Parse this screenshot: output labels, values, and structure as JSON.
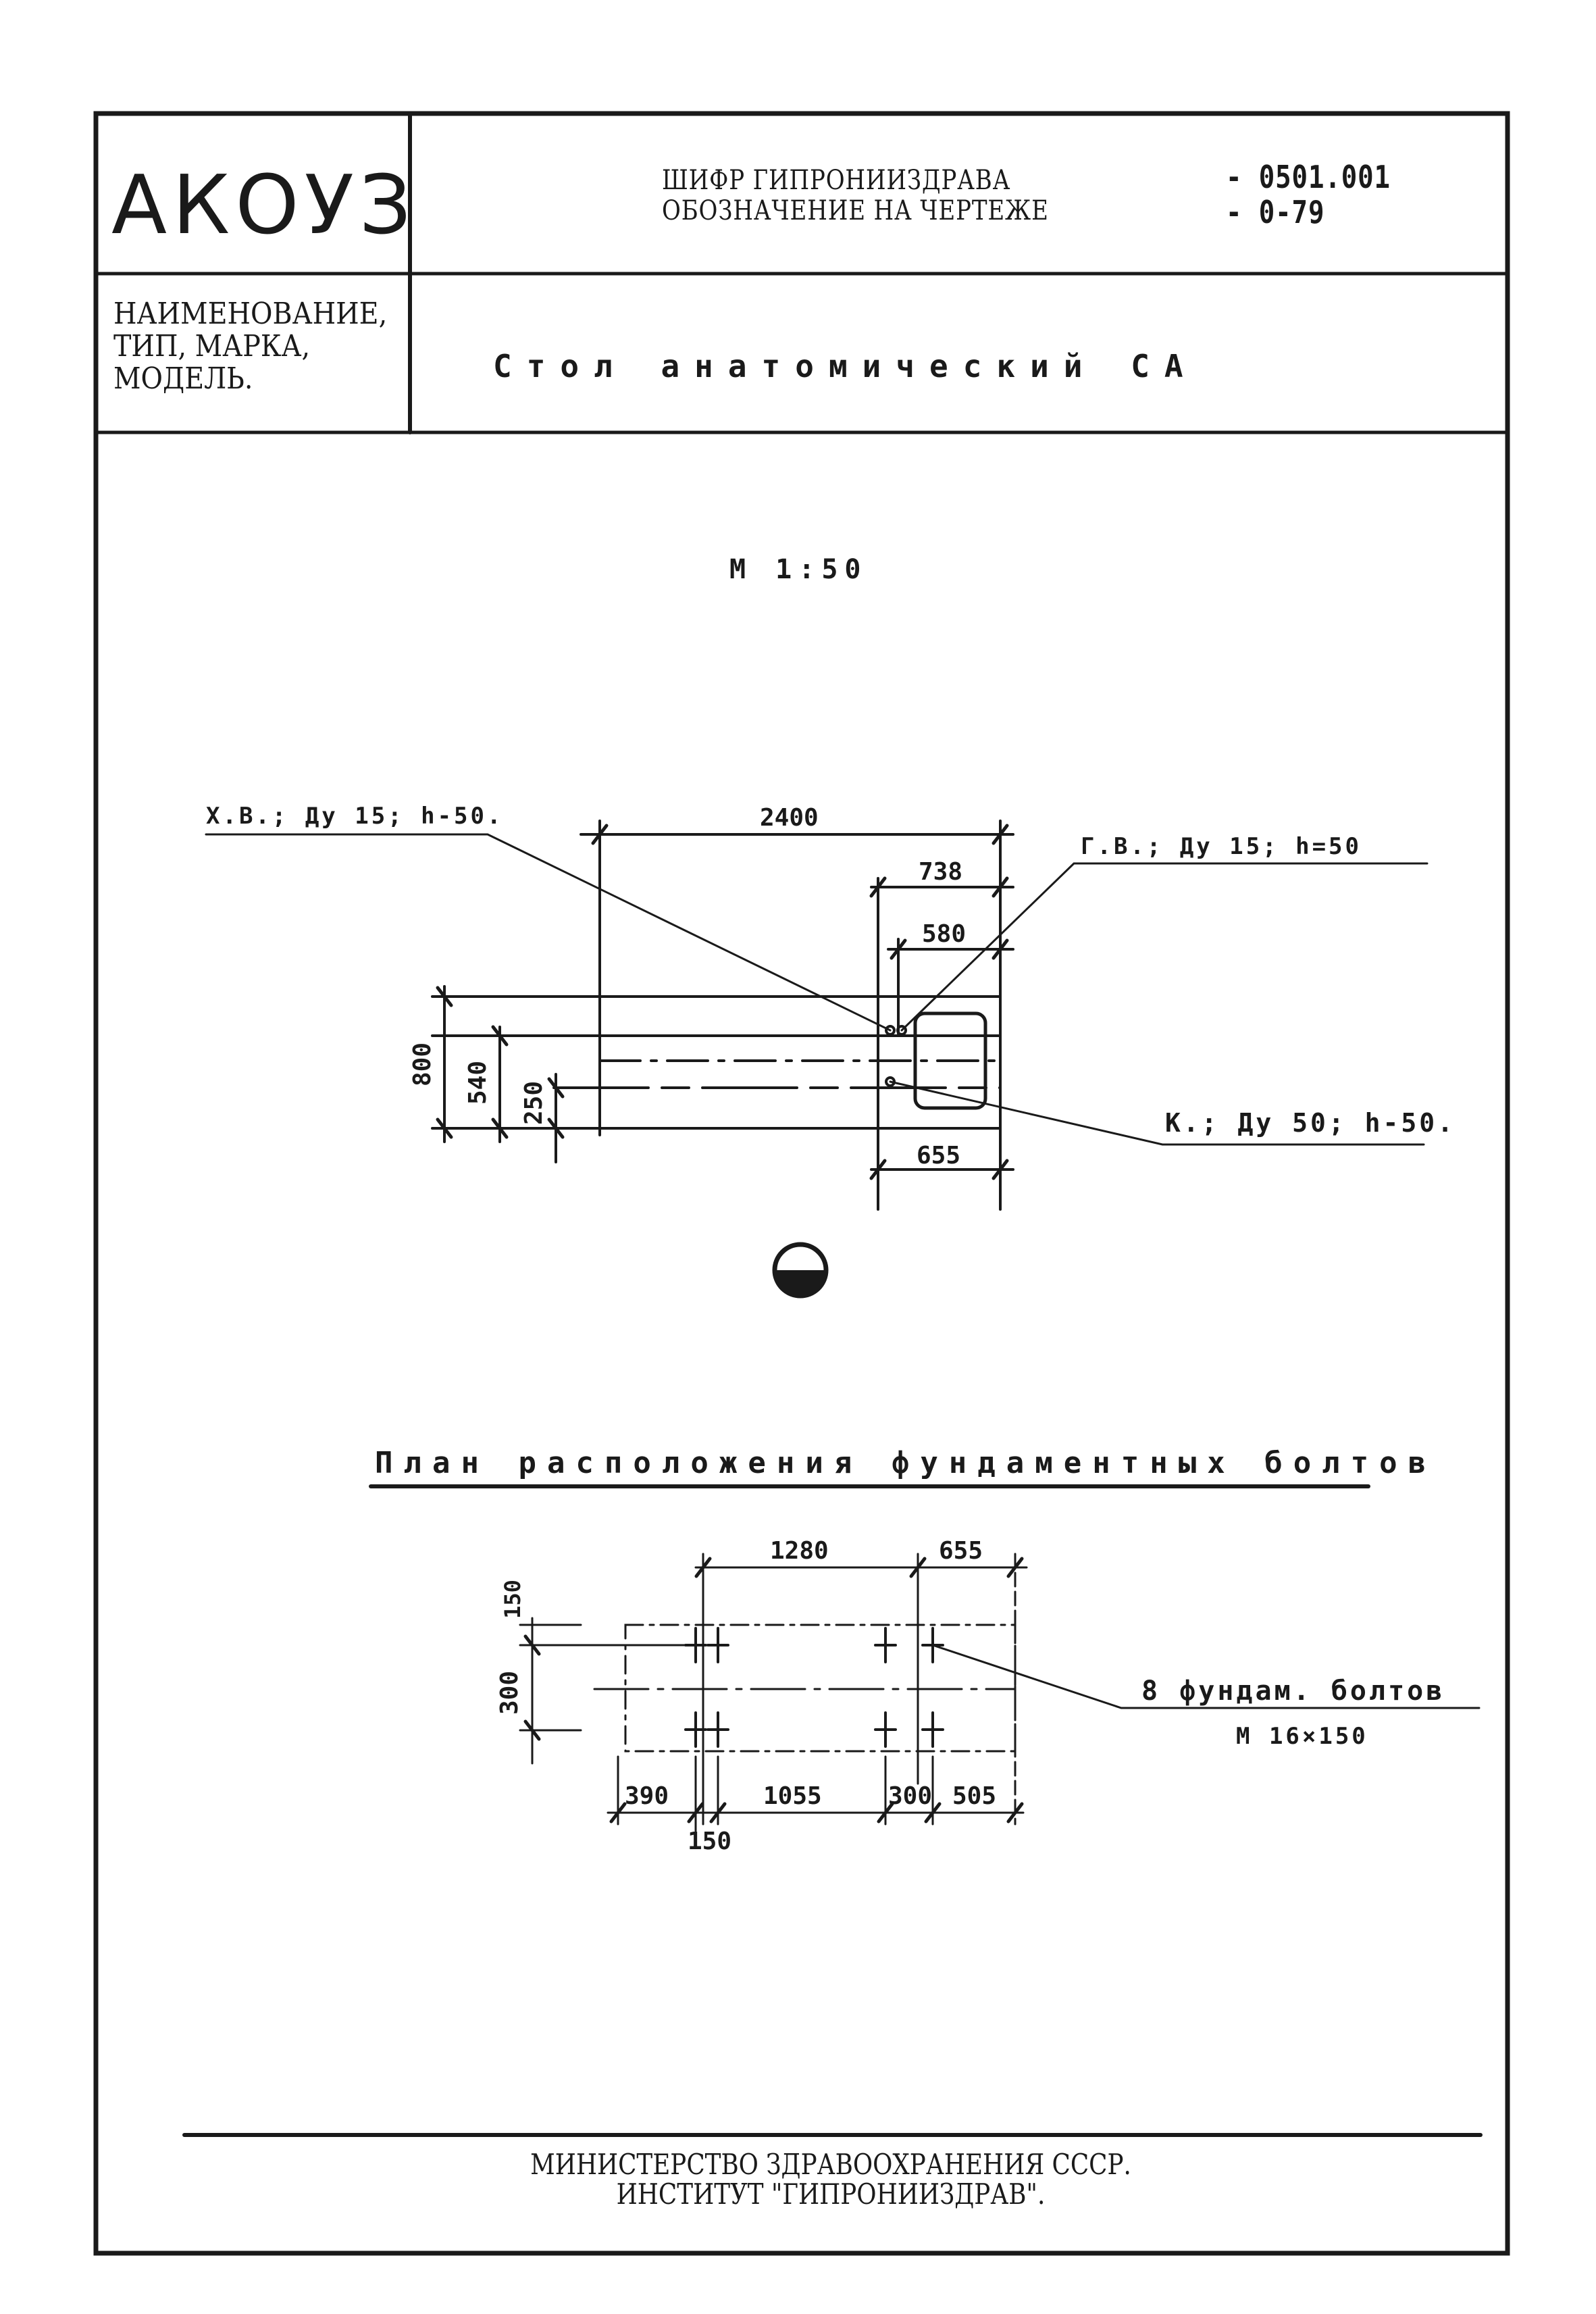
{
  "title_block": {
    "logo": "АКОУЗ",
    "code_line1_label": "ШИФР ГИПРОНИИЗДРАВА",
    "code_line1_value": "- 0501.001",
    "code_line2_label": "ОБОЗНАЧЕНИЕ НА ЧЕРТЕЖЕ",
    "code_line2_value": "- 0-79",
    "name_label_line1": "НАИМЕНОВАНИЕ,",
    "name_label_line2": "ТИП, МАРКА,",
    "name_label_line3": "МОДЕЛЬ.",
    "name_value": "Стол анатомический СА"
  },
  "drawing": {
    "scale": "М 1:50",
    "dimensions": {
      "overall_length": "2400",
      "d738": "738",
      "d580": "580",
      "d655": "655",
      "width": "800",
      "d540": "540",
      "d250": "250"
    },
    "callouts": {
      "cold_water": "Х.В.; Ду 15; h-50.",
      "hot_water": "Г.В.; Ду 15; h=50",
      "sewer": "К.; Ду 50; h-50."
    },
    "symbol": "floor-drain-symbol"
  },
  "bolt_plan": {
    "title": "План расположения фундаментных болтов",
    "top_dims": [
      "1280",
      "655"
    ],
    "left_dims": [
      "150",
      "300"
    ],
    "bottom_dims": [
      "390",
      "1055",
      "300",
      "505"
    ],
    "below_dim": "150",
    "callout_line1": "8 фундам. болтов",
    "callout_line2": "М 16×150"
  },
  "footer": {
    "line1": "МИНИСТЕРСТВО ЗДРАВООХРАНЕНИЯ СССР.",
    "line2": "ИНСТИТУТ \"ГИПРОНИИЗДРАВ\"."
  }
}
